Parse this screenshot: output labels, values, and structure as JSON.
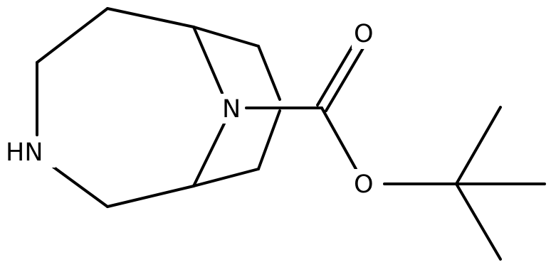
{
  "molecule": {
    "atoms": {
      "nh": "HN",
      "bridge_n": "N",
      "carbonyl_o": "O",
      "ester_o": "O"
    }
  },
  "colors": {
    "background": "#ffffff",
    "bond": "#000000",
    "label": "#000000"
  }
}
